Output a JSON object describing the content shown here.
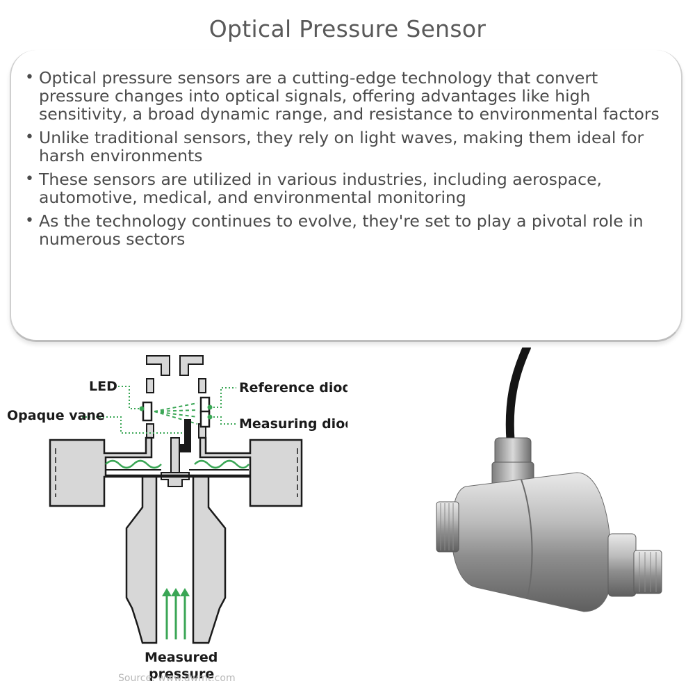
{
  "title": "Optical Pressure Sensor",
  "bullets": [
    "Optical pressure sensors are a cutting-edge technology that convert pressure changes into optical signals, offering advantages like high sensitivity, a broad dynamic range, and resistance to environmental factors",
    "Unlike traditional sensors, they rely on light waves, making them ideal for harsh environments",
    "These sensors are utilized in various industries, including aerospace, automotive, medical, and environmental monitoring",
    "As the technology continues to evolve, they're set to play a pivotal role in numerous sectors"
  ],
  "diagram": {
    "labels": {
      "led": "LED",
      "reference_diode": "Reference diode",
      "opaque_vane": "Opaque vane",
      "measuring_diode": "Measuring diode",
      "measured_pressure_line1": "Measured",
      "measured_pressure_line2": "pressure"
    },
    "accent_color": "#3aa655",
    "stroke_color": "#1a1a1a",
    "fill_color": "#d7d7d7"
  },
  "source": "Source: www.dwmt.com",
  "icons": {
    "bullet": "bullet-dot-icon",
    "arrows": "up-arrow-icon"
  }
}
